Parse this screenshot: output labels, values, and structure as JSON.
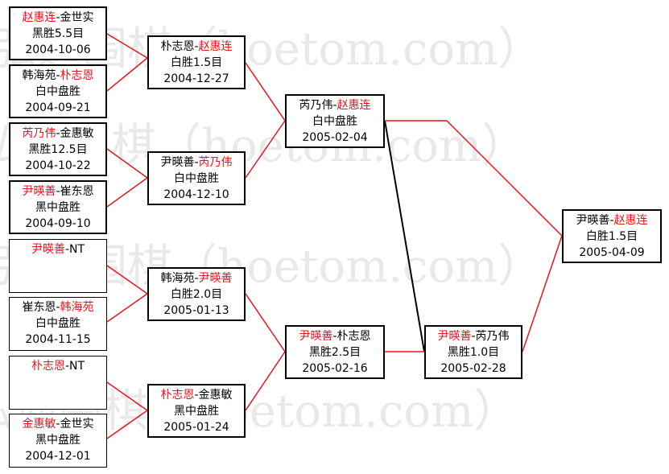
{
  "watermark": "弘通围棋（hoetom.com）",
  "colors": {
    "winner": "#e8141b",
    "line": "#e8141b",
    "loser_line": "#000000"
  },
  "round1": [
    {
      "id": "r1a",
      "p1": "赵惠连",
      "sep": "-",
      "p2": "金世实",
      "winner": "p1",
      "result": "黑胜5.5目",
      "date": "2004-10-06"
    },
    {
      "id": "r1b",
      "p1": "韩海苑",
      "sep": "-",
      "p2": "朴志恩",
      "winner": "p2",
      "result": "白中盘胜",
      "date": "2004-09-21"
    },
    {
      "id": "r1c",
      "p1": "芮乃伟",
      "sep": "-",
      "p2": "金惠敏",
      "winner": "p1",
      "result": "黑胜12.5目",
      "date": "2004-10-22"
    },
    {
      "id": "r1d",
      "p1": "尹暎善",
      "sep": "-",
      "p2": "崔东恩",
      "winner": "p1",
      "result": "黑中盘胜",
      "date": "2004-09-10"
    },
    {
      "id": "r1e",
      "p1": "尹暎善",
      "sep": "-",
      "p2": "NT",
      "winner": "p1",
      "result": "",
      "date": ""
    },
    {
      "id": "r1f",
      "p1": "崔东恩",
      "sep": "-",
      "p2": "韩海苑",
      "winner": "p2",
      "result": "白中盘胜",
      "date": "2004-11-15"
    },
    {
      "id": "r1g",
      "p1": "朴志恩",
      "sep": "-",
      "p2": "NT",
      "winner": "p1",
      "result": "",
      "date": ""
    },
    {
      "id": "r1h",
      "p1": "金惠敏",
      "sep": "-",
      "p2": "金世实",
      "winner": "p1",
      "result": "黑中盘胜",
      "date": "2004-12-01"
    }
  ],
  "round2": [
    {
      "id": "r2a",
      "p1": "朴志恩",
      "sep": "-",
      "p2": "赵惠连",
      "winner": "p2",
      "result": "白胜1.5目",
      "date": "2004-12-27"
    },
    {
      "id": "r2b",
      "p1": "尹暎善",
      "sep": "-",
      "p2": "芮乃伟",
      "winner": "p2",
      "result": "白中盘胜",
      "date": "2004-12-10"
    },
    {
      "id": "r2c",
      "p1": "韩海苑",
      "sep": "-",
      "p2": "尹暎善",
      "winner": "p2",
      "result": "白胜2.0目",
      "date": "2005-01-13"
    },
    {
      "id": "r2d",
      "p1": "朴志恩",
      "sep": "-",
      "p2": "金惠敏",
      "winner": "p1",
      "result": "黑中盘胜",
      "date": "2005-01-24"
    }
  ],
  "round3": [
    {
      "id": "r3a",
      "p1": "芮乃伟",
      "sep": "-",
      "p2": "赵惠连",
      "winner": "p2",
      "result": "白中盘胜",
      "date": "2005-02-04"
    },
    {
      "id": "r3b",
      "p1": "尹暎善",
      "sep": "-",
      "p2": "朴志恩",
      "winner": "p1",
      "result": "黑胜2.5目",
      "date": "2005-02-16"
    }
  ],
  "round4": [
    {
      "id": "r4a",
      "p1": "尹暎善",
      "sep": "-",
      "p2": "芮乃伟",
      "winner": "p1",
      "result": "黑胜1.0目",
      "date": "2005-02-28"
    }
  ],
  "final": [
    {
      "id": "r5a",
      "p1": "尹暎善",
      "sep": "-",
      "p2": "赵惠连",
      "winner": "p2",
      "result": "白胜1.5目",
      "date": "2005-04-09"
    }
  ]
}
